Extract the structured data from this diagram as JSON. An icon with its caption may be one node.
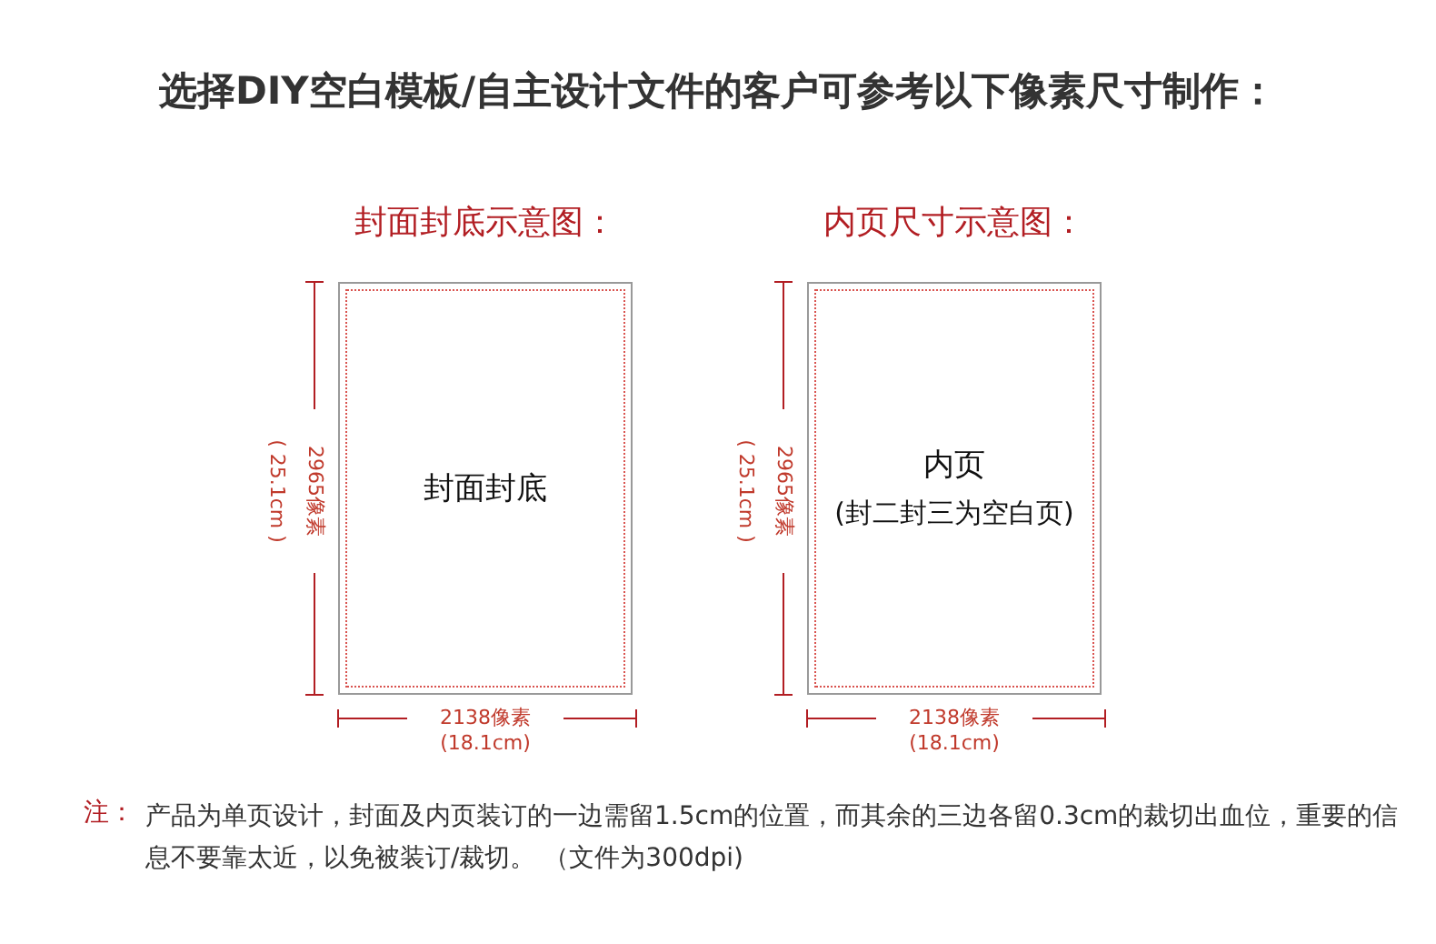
{
  "diagram": {
    "title": "选择DIY空白模板/自主设计文件的客户可参考以下像素尺寸制作：",
    "nodes": [
      {
        "text": [
          "封面封底示意图：",
          "封面封底"
        ]
      },
      {
        "text": [
          "内页尺寸示意图：",
          "内页",
          "(封二封三为空白页)"
        ]
      }
    ],
    "edges": [],
    "labels": [
      "2965像素",
      "( 25.1cm )",
      "2138像素",
      "(18.1cm)",
      "2965像素",
      "( 25.1cm )",
      "2138像素",
      "(18.1cm)",
      "注：",
      "产品为单页设计，封面及内页装订的一边需留1.5cm的位置，而其余的三边各留0.3cm的裁切出血位，重要的信息不要靠太近，以免被装订/裁切。 （文件为300dpi)"
    ]
  }
}
